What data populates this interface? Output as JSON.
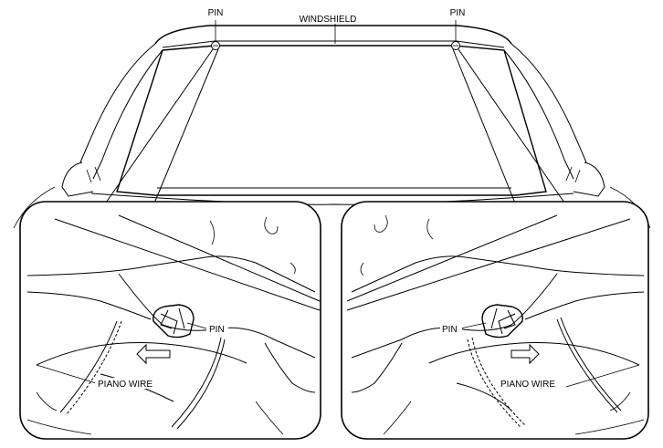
{
  "labels": {
    "pin_left": "PIN",
    "windshield": "WINDSHIELD",
    "pin_right": "PIN",
    "detail_left_pin": "PIN",
    "detail_left_wire": "PIANO WIRE",
    "detail_right_pin": "PIN",
    "detail_right_wire": "PIANO WIRE"
  },
  "icons": {
    "left_arrow": "arrow-left-icon",
    "right_arrow": "arrow-right-icon"
  },
  "colors": {
    "ink": "#000000",
    "background": "#ffffff"
  }
}
